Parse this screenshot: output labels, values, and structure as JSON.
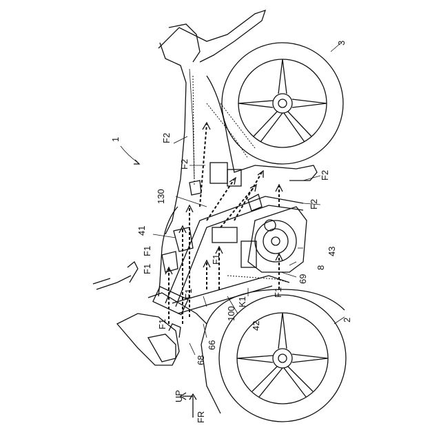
{
  "figure_number": "1",
  "labels": {
    "front_wheel": "2",
    "rear_wheel": "3",
    "frame_100": "100",
    "ref_130": "130",
    "ref_41": "41",
    "ref_43": "43",
    "ref_8": "8",
    "ref_69": "69",
    "ref_42": "42",
    "ref_66": "66",
    "ref_68": "68",
    "k1": "K1",
    "f1": "F1",
    "f2": "F2"
  },
  "orientation": {
    "up": "UP",
    "fr": "FR"
  }
}
